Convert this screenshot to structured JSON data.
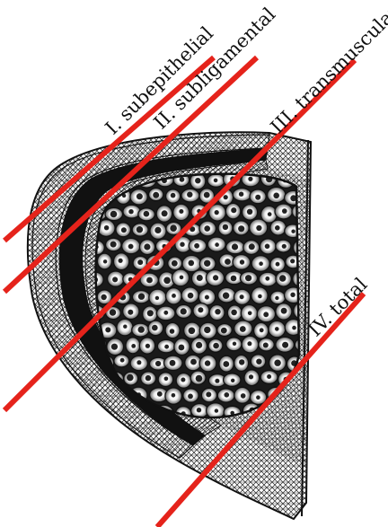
{
  "colors": {
    "cut_line": "#e5231b",
    "ink": "#111111",
    "paper": "#ffffff"
  },
  "labels": {
    "subepithelial": "I. subepithelial",
    "subligamental": "II. subligamental",
    "transmuscular": "III. transmuscular",
    "total": "IV. total"
  }
}
